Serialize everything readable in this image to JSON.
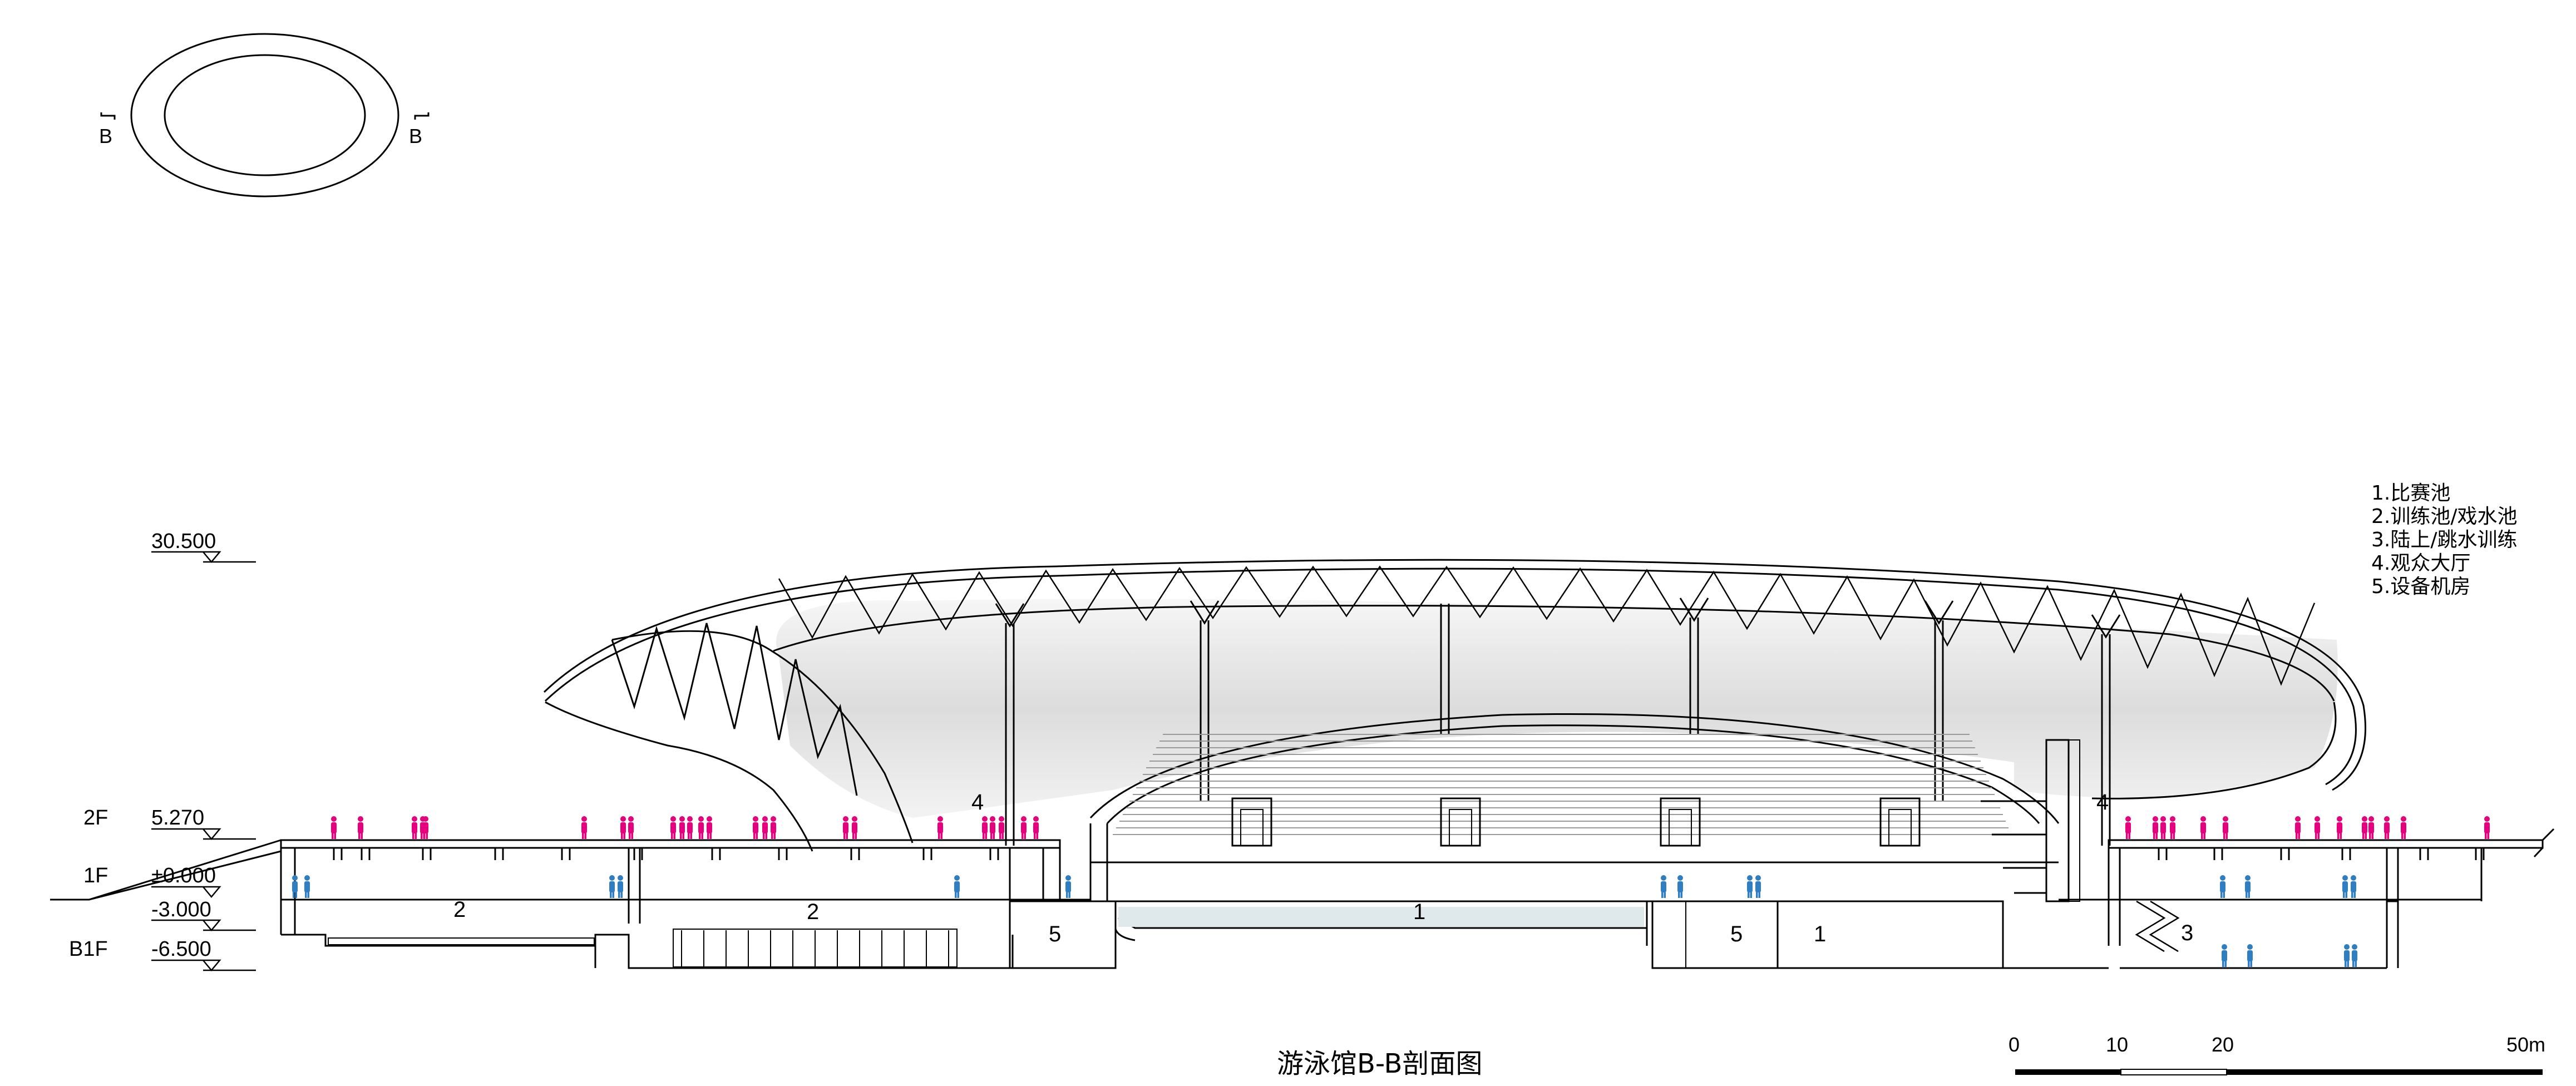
{
  "key_plan": {
    "cut_left": "B",
    "cut_right": "B"
  },
  "levels": [
    {
      "floor": "",
      "elevation": "30.500"
    },
    {
      "floor": "2F",
      "elevation": "5.270"
    },
    {
      "floor": "1F",
      "elevation": "±0.000"
    },
    {
      "floor": "",
      "elevation": "-3.000"
    },
    {
      "floor": "B1F",
      "elevation": "-6.500"
    }
  ],
  "legend": [
    "1.比赛池",
    "2.训练池/戏水池",
    "3.陆上/跳水训练",
    "4.观众大厅",
    "5.设备机房"
  ],
  "space_tags": {
    "competition_pool": "1",
    "diving_pool": "1",
    "training_pool": "2",
    "leisure_pool": "2",
    "dryland_training": "3",
    "lobby_left": "4",
    "lobby_right": "4",
    "plant_left": "5",
    "plant_right": "5"
  },
  "title": "游泳馆B-B剖面图",
  "scale_bar": {
    "labels": [
      "0",
      "10",
      "20",
      "50m"
    ]
  },
  "colors": {
    "line": "#000000",
    "roof_soffit": "#e9e9e9",
    "pool_water": "#dfe8ea",
    "person_upper": "#e6007e",
    "person_lower": "#2f7ec1"
  }
}
